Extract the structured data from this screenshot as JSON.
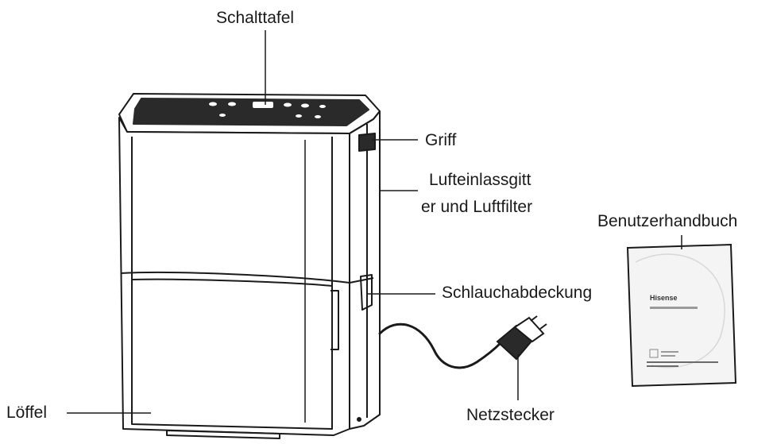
{
  "labels": {
    "control_panel": "Schalttafel",
    "handle": "Griff",
    "air_inlet_line1": "Lufteinlassgitt",
    "air_inlet_line2": "er und Luftfilter",
    "user_manual": "Benutzerhandbuch",
    "hose_cover": "Schlauchabdeckung",
    "spoon": "Löffel",
    "power_plug": "Netzstecker"
  },
  "manual_cover": {
    "brand": "Hisense"
  },
  "colors": {
    "line": "#1a1a1a",
    "body_fill": "#ffffff",
    "panel_dark": "#2a2a2a",
    "manual_bg": "#f4f4f4"
  }
}
